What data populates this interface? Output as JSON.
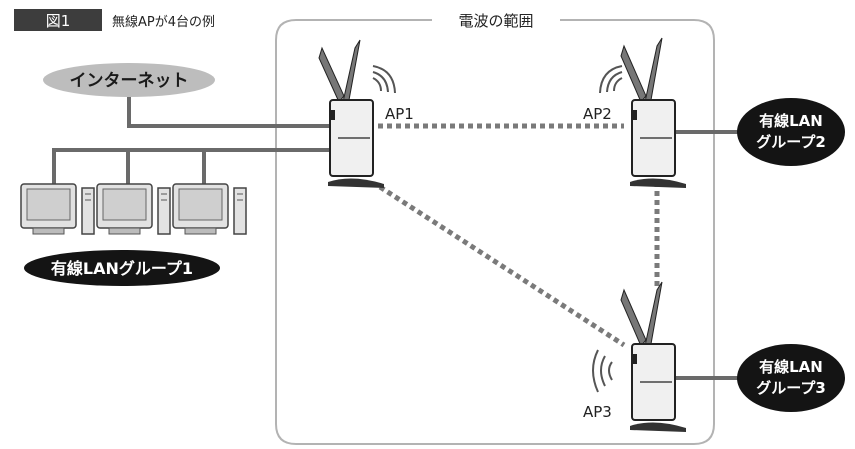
{
  "figure": {
    "number_label": "図1",
    "caption": "無線APが4台の例"
  },
  "range": {
    "label": "電波の範囲"
  },
  "internet": {
    "label": "インターネット"
  },
  "access_points": [
    {
      "label": "AP1"
    },
    {
      "label": "AP2"
    },
    {
      "label": "AP3"
    }
  ],
  "groups": {
    "group1": {
      "line1": "有線LANグループ1"
    },
    "group2": {
      "line1": "有線LAN",
      "line2": "グループ2"
    },
    "group3": {
      "line1": "有線LAN",
      "line2": "グループ3"
    }
  },
  "colors": {
    "label_box": "#3d3d3d",
    "internet_cloud": "#bdbdbd",
    "wired_line": "#6a6a6a",
    "wireless_link": "#7a7a7a",
    "range_border": "#b3b3b3",
    "group_ellipse": "#141414"
  }
}
